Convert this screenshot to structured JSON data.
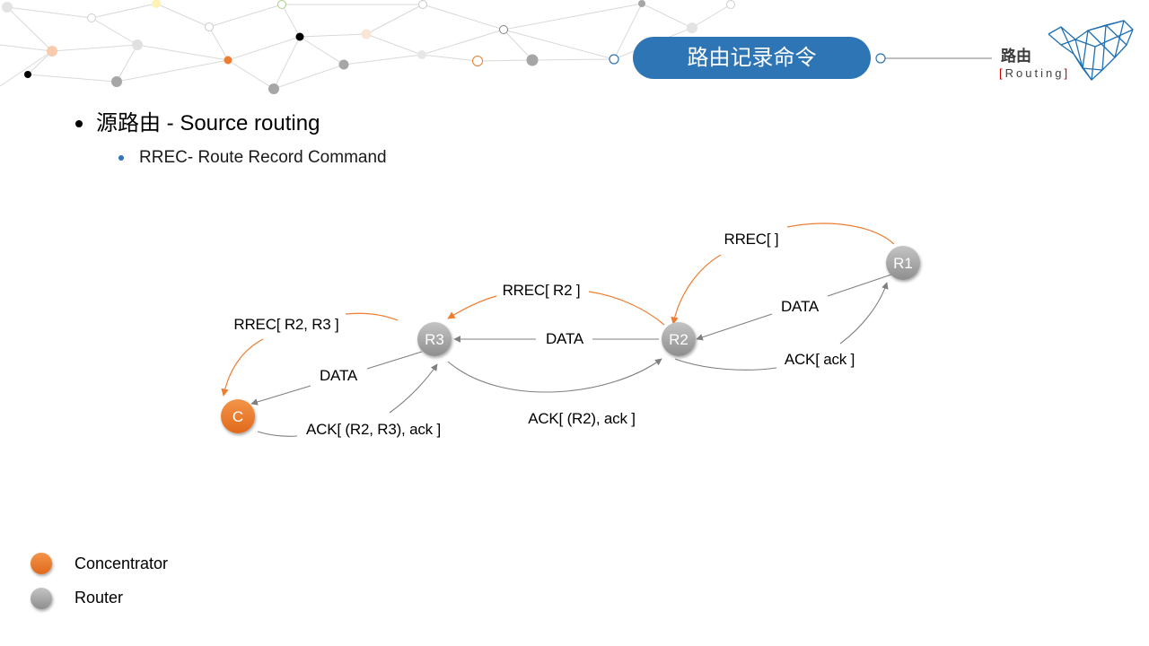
{
  "title": "路由记录命令",
  "logo": {
    "title": "路由",
    "bracket_left": "[",
    "subtitle": "Routing",
    "bracket_right": "]"
  },
  "bullets": [
    {
      "text": "源路由 - Source routing",
      "sub": [
        {
          "text": "RREC- Route Record Command"
        }
      ]
    }
  ],
  "diagram": {
    "nodes": [
      {
        "label": "R1"
      },
      {
        "label": "R2"
      },
      {
        "label": "R3"
      },
      {
        "label": "C"
      }
    ],
    "edges": [
      {
        "from": "R1",
        "to": "R2",
        "label": "RREC[ ]",
        "color": "#ED7D31"
      },
      {
        "from": "R2",
        "to": "R3",
        "label": "RREC[ R2 ]",
        "color": "#ED7D31"
      },
      {
        "from": "R3",
        "to": "C",
        "label": "RREC[ R2, R3 ]",
        "color": "#ED7D31"
      },
      {
        "from": "R1",
        "to": "R2",
        "label": "DATA",
        "color": "#7F7F7F"
      },
      {
        "from": "R2",
        "to": "R3",
        "label": "DATA",
        "color": "#7F7F7F"
      },
      {
        "from": "R3",
        "to": "C",
        "label": "DATA",
        "color": "#7F7F7F"
      },
      {
        "from": "C",
        "to": "R3",
        "label": "ACK[ (R2, R3), ack ]",
        "color": "#7F7F7F"
      },
      {
        "from": "R3",
        "to": "R2",
        "label": "ACK[ (R2), ack ]",
        "color": "#7F7F7F"
      },
      {
        "from": "R2",
        "to": "R1",
        "label": "ACK[ ack ]",
        "color": "#7F7F7F"
      }
    ]
  },
  "legend": [
    {
      "label": "Concentrator",
      "color": "#ED7D31"
    },
    {
      "label": "Router",
      "color": "#A6A6A6"
    }
  ],
  "colors": {
    "accent_blue": "#2E75B6",
    "orange": "#ED7D31",
    "router_gray": "#A6A6A6",
    "edge_gray": "#7F7F7F",
    "bracket_red": "#C00000"
  }
}
